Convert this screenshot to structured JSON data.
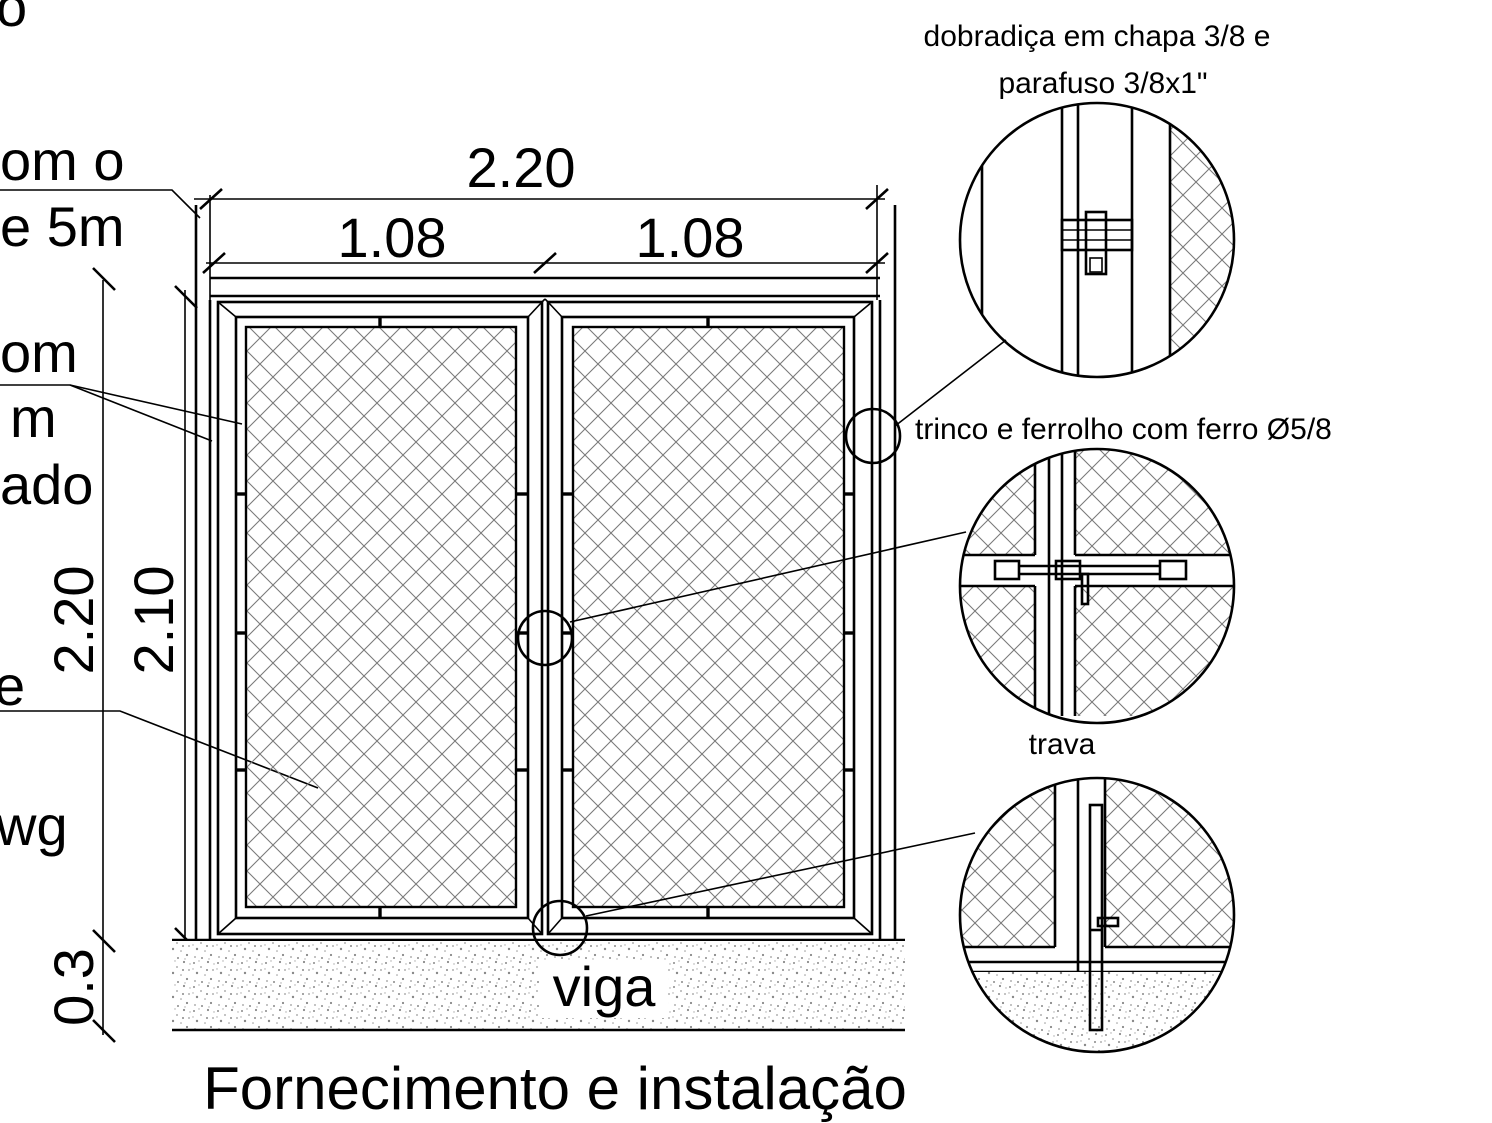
{
  "drawing": {
    "title": "Fornecimento e instalação",
    "dimensions": {
      "overall_width": "2.20",
      "leaf_left_width": "1.08",
      "leaf_right_width": "1.08",
      "overall_height": "2.20",
      "opening_height": "2.10",
      "beam_height": "0.3"
    },
    "left_labels": {
      "line_1": "o",
      "line_2": "om o",
      "line_3": "e 5m",
      "line_4": "om",
      "line_5": "m",
      "line_6": "ado",
      "line_7": "e",
      "line_8": "wg"
    },
    "beam_label": "viga",
    "details": {
      "hinge": {
        "label_line_1": "dobradiça em chapa 3/8 e",
        "label_line_2": "parafuso 3/8x1\""
      },
      "latch": {
        "label": "trinco e ferrolho com ferro Ø5/8"
      },
      "lock": {
        "label": "trava"
      }
    }
  }
}
